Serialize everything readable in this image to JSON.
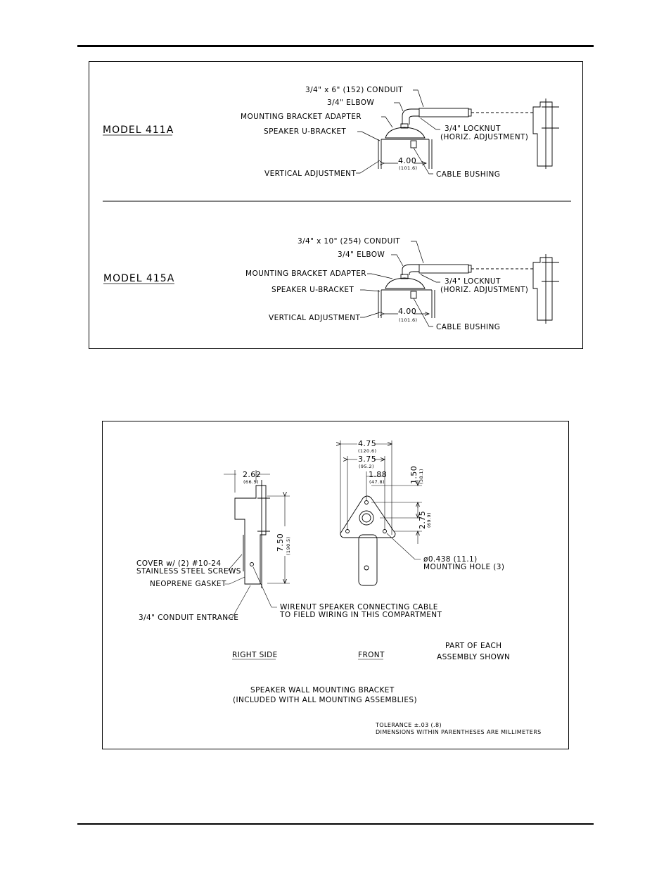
{
  "model_411a": {
    "title": "MODEL 411A",
    "conduit": "3/4\" x 6\" (152) CONDUIT",
    "elbow": "3/4\" ELBOW",
    "adapter": "MOUNTING BRACKET ADAPTER",
    "u_bracket": "SPEAKER U-BRACKET",
    "locknut": "3/4\" LOCKNUT",
    "horiz": "(HORIZ. ADJUSTMENT)",
    "dim": "4.00",
    "dim_mm": "(101.6)",
    "vertical": "VERTICAL ADJUSTMENT",
    "bushing": "CABLE BUSHING"
  },
  "model_415a": {
    "title": "MODEL 415A",
    "conduit": "3/4\" x 10\" (254) CONDUIT",
    "elbow": "3/4\" ELBOW",
    "adapter": "MOUNTING BRACKET ADAPTER",
    "u_bracket": "SPEAKER U-BRACKET",
    "locknut": "3/4\" LOCKNUT",
    "horiz": "(HORIZ. ADJUSTMENT)",
    "dim": "4.00",
    "dim_mm": "(101.6)",
    "vertical": "VERTICAL ADJUSTMENT",
    "bushing": "CABLE BUSHING"
  },
  "bracket": {
    "side_width": "2.62",
    "side_width_mm": "(66.5)",
    "side_height": "7.50",
    "side_height_mm": "(190.5)",
    "cover_1": "COVER w/ (2) #10-24",
    "cover_2": "STAINLESS STEEL SCREWS",
    "gasket": "NEOPRENE GASKET",
    "conduit_entrance": "3/4\" CONDUIT ENTRANCE",
    "wirenut_1": "WIRENUT SPEAKER CONNECTING CABLE",
    "wirenut_2": "TO FIELD WIRING IN THIS COMPARTMENT",
    "front_width": "4.75",
    "front_width_mm": "(120.6)",
    "front_inner": "3.75",
    "front_inner_mm": "(95.2)",
    "front_center": "1.88",
    "front_center_mm": "(47.8)",
    "front_top": "1.50",
    "front_top_mm": "(38.1)",
    "front_hole_spacing": "2.75",
    "front_hole_spacing_mm": "(69.9)",
    "hole_1": "ø0.438 (11.1)",
    "hole_2": "MOUNTING HOLE (3)",
    "view_right": "RIGHT SIDE",
    "view_front": "FRONT",
    "part_1": "PART OF EACH",
    "part_2": "ASSEMBLY SHOWN",
    "caption_1": "SPEAKER WALL MOUNTING BRACKET",
    "caption_2": "(INCLUDED WITH ALL MOUNTING ASSEMBLIES)",
    "tolerance": "TOLERANCE ±.03 (.8)",
    "dimensions_note": "DIMENSIONS WITHIN PARENTHESES ARE MILLIMETERS"
  }
}
